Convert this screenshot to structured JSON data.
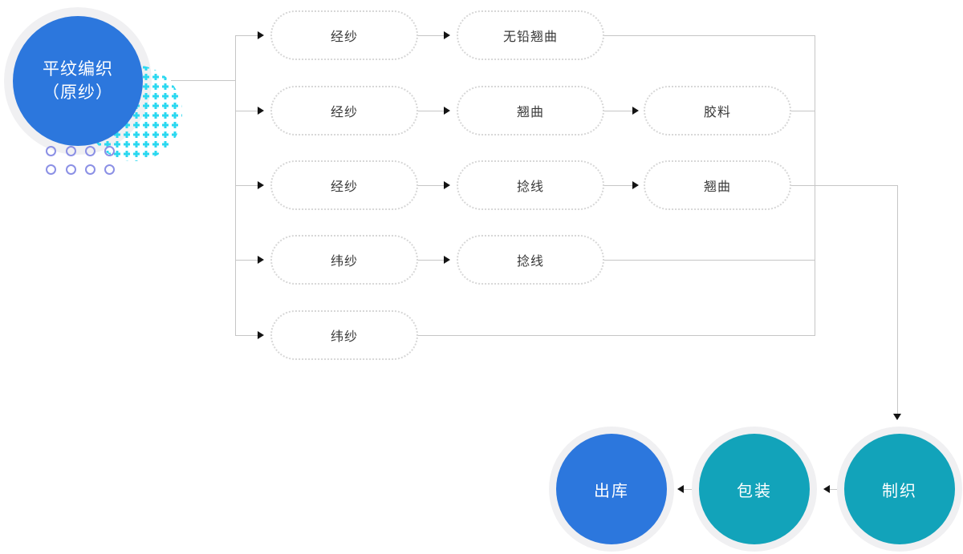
{
  "source": {
    "line1": "平纹编织",
    "line2": "（原纱）"
  },
  "flows": [
    {
      "steps": [
        "经纱",
        "无铅翘曲"
      ]
    },
    {
      "steps": [
        "经纱",
        "翘曲",
        "胶料"
      ]
    },
    {
      "steps": [
        "经纱",
        "捻线",
        "翘曲"
      ]
    },
    {
      "steps": [
        "纬纱",
        "捻线"
      ]
    },
    {
      "steps": [
        "纬纱"
      ]
    }
  ],
  "final": {
    "weaving": "制织",
    "packing": "包装",
    "outbound": "出库"
  },
  "colors": {
    "blue": "#2c77dd",
    "teal": "#12a3ba",
    "halo": "#f0f0f2",
    "line": "#c6c6c6",
    "arrow": "#141414",
    "pill_border": "#d7d7d7",
    "pill_text": "#383838",
    "cyan": "#2bd8f0",
    "purple": "#8b90e5",
    "bg": "#ffffff"
  }
}
